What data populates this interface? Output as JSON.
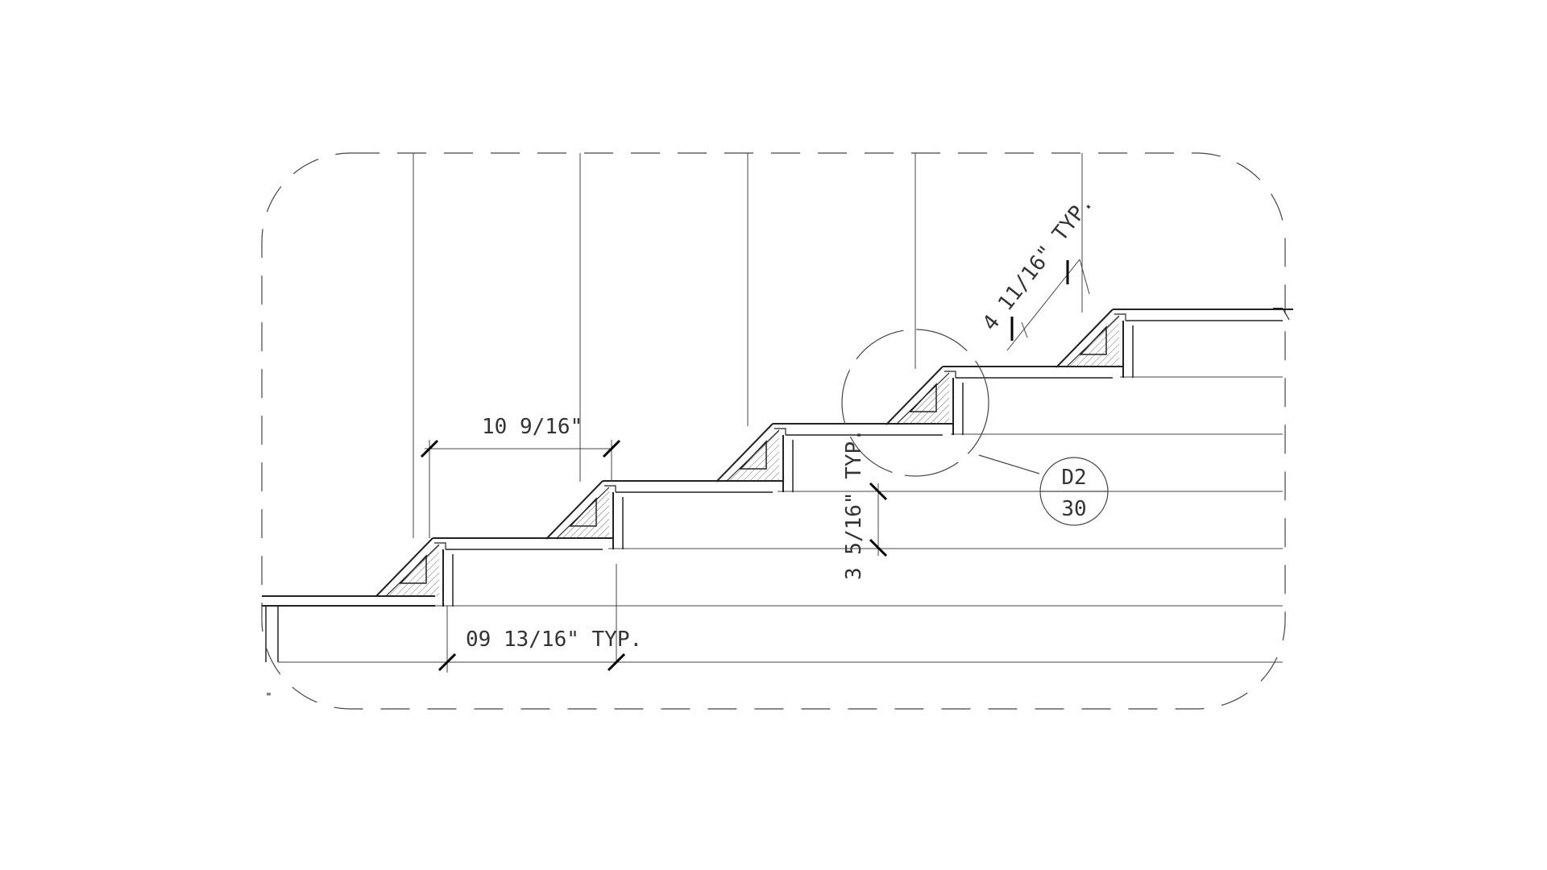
{
  "dimensions": {
    "tread_depth": "10 9/16\"",
    "nosing_spacing": "09 13/16\" TYP.",
    "riser_height": "3 5/16\" TYP.",
    "nosing_offset": "4 11/16\" TYP."
  },
  "detail_callout": {
    "detail_id": "D2",
    "sheet": "30"
  },
  "corner_mark": "≡"
}
